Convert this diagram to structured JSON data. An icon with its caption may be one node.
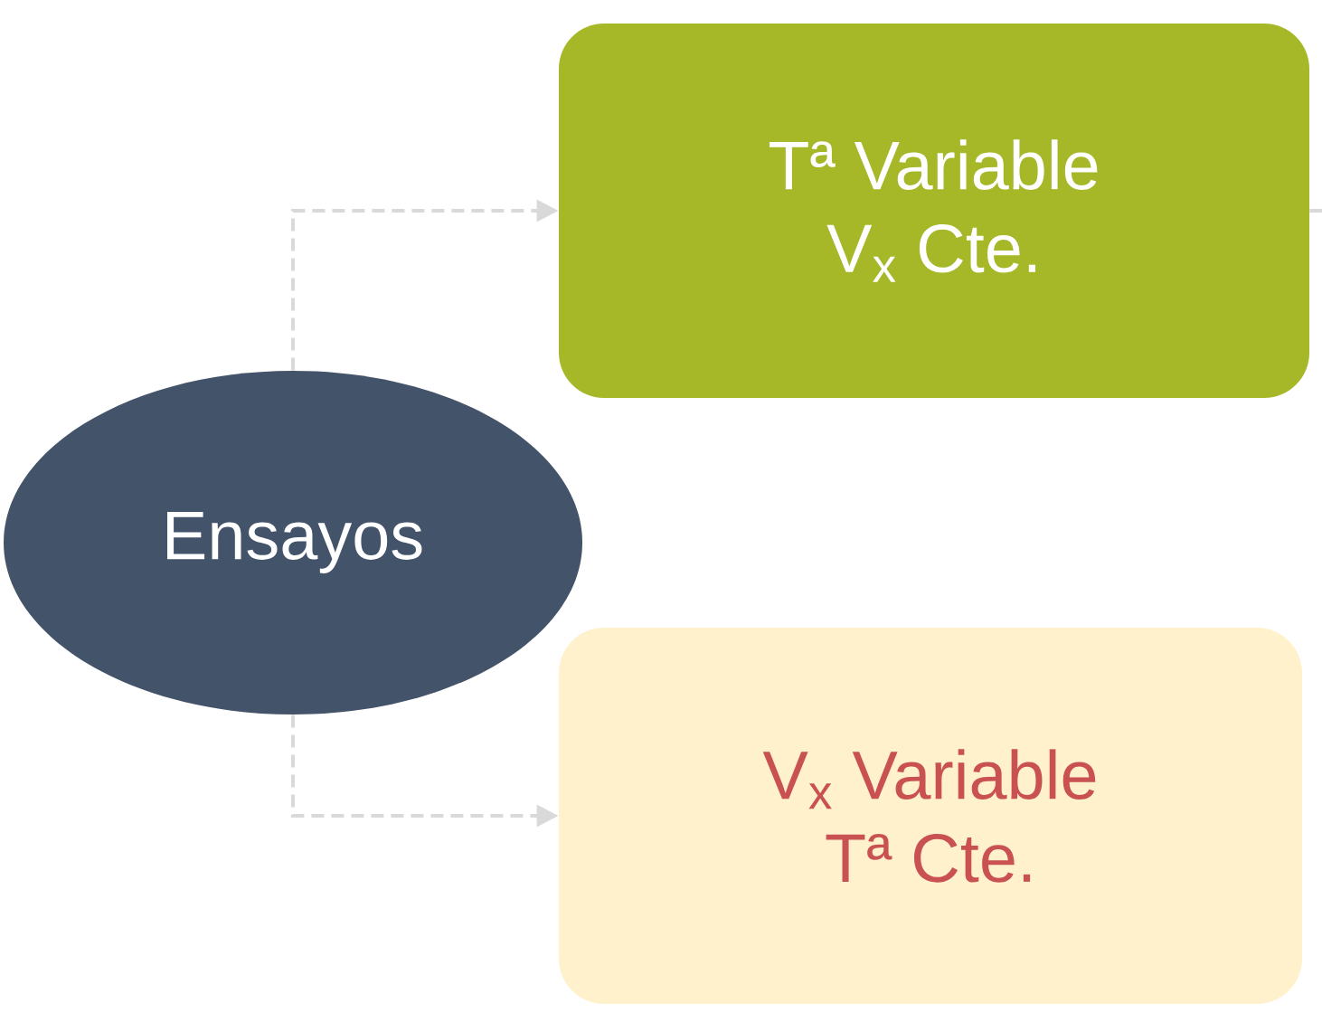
{
  "diagram": {
    "nodes": [
      {
        "text": [
          "Ensayos"
        ]
      },
      {
        "text": [
          "Tª Variable",
          "V$_{x}$ Cte."
        ]
      },
      {
        "text": [
          "V$_{x}$ Variable",
          "Tª Cte."
        ]
      }
    ],
    "edges": [
      {
        "from": 0,
        "to": 1,
        "arrow": "to",
        "style": "dashed"
      },
      {
        "from": 0,
        "to": 2,
        "arrow": "to",
        "style": "dashed"
      },
      {
        "from": 1,
        "to": null,
        "arrow": "none",
        "style": "dashed"
      }
    ]
  }
}
